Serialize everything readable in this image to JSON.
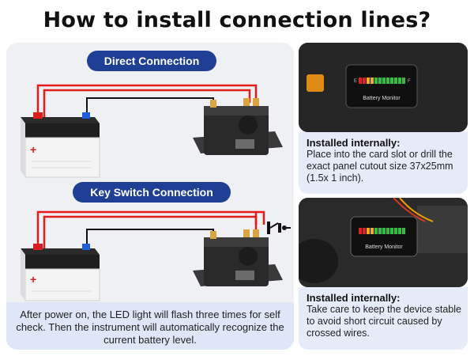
{
  "title": "How to install connection lines?",
  "left": {
    "direct_label": "Direct Connection",
    "key_label": "Key Switch Connection",
    "note": "After power on, the LED light will flash three times for self check. Then the instrument will automatically recognize the current battery level."
  },
  "right": {
    "meter_text": "Battery Monitor",
    "meter_e": "E",
    "meter_f": "F",
    "card1": {
      "heading": "Installed internally:",
      "body": "Place into the card slot or drill the exact panel cutout size 37x25mm (1.5x 1 inch)."
    },
    "card2": {
      "heading": "Installed internally:",
      "body": "Take care to keep the device stable to avoid short circuit caused by crossed wires."
    }
  },
  "colors": {
    "pill": "#1f3f94",
    "panel": "#eef0f3",
    "note_bg": "#dfe6f8",
    "wire_red": "#e31b1b",
    "wire_black": "#111111"
  }
}
